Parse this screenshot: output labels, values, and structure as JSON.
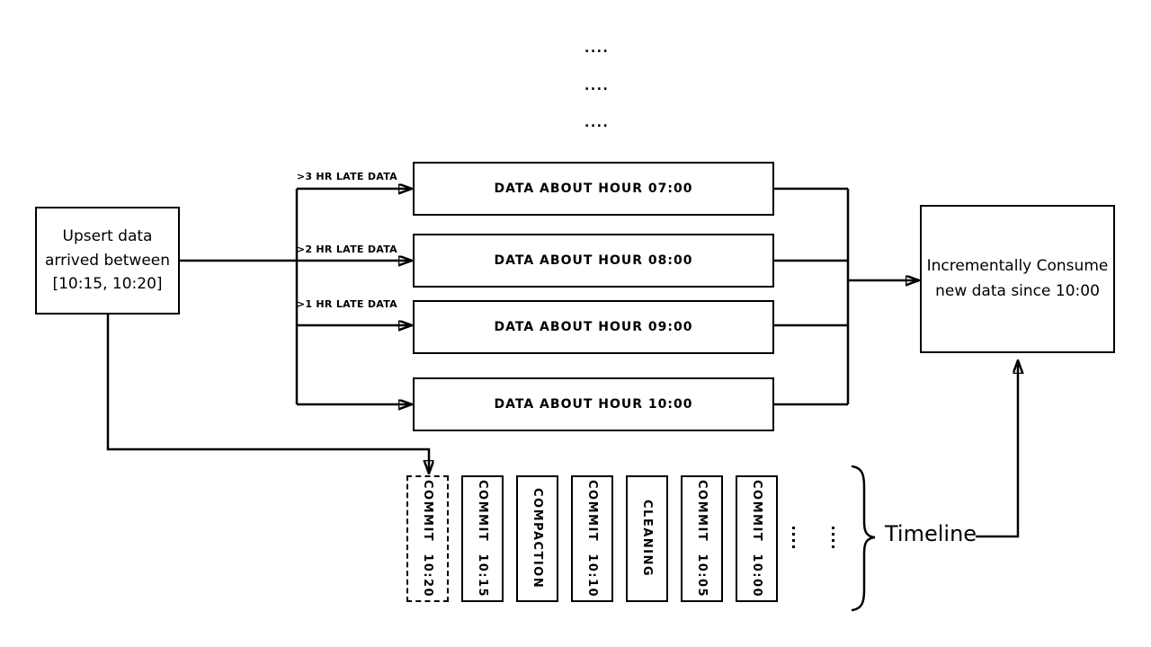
{
  "page": {
    "background": "#ffffff",
    "ink": "#000000"
  },
  "top_ellipsis": {
    "rows": [
      "....",
      "....",
      "...."
    ]
  },
  "upsert_box": {
    "line1": "Upsert data",
    "line2": "arrived between",
    "line3": "[10:15, 10:20]"
  },
  "late_arrows": {
    "label_3hr": ">3 HR LATE DATA",
    "label_2hr": ">2 HR LATE DATA",
    "label_1hr": ">1 HR LATE DATA"
  },
  "hour_boxes": {
    "hour_07": "DATA ABOUT HOUR 07:00",
    "hour_08": "DATA ABOUT HOUR 08:00",
    "hour_09": "DATA ABOUT HOUR 09:00",
    "hour_10": "DATA ABOUT HOUR 10:00"
  },
  "consume_box": {
    "line1": "Incrementally Consume",
    "line2": "new data since 10:00"
  },
  "timeline": {
    "label": "Timeline",
    "commits": [
      {
        "label": "COMMIT 10:20",
        "border": "dashed"
      },
      {
        "label": "COMMIT 10:15",
        "border": "solid"
      },
      {
        "label": "COMPACTION",
        "border": "solid"
      },
      {
        "label": "COMMIT 10:10",
        "border": "solid"
      },
      {
        "label": "CLEANING",
        "border": "solid"
      },
      {
        "label": "COMMIT 10:05",
        "border": "solid"
      },
      {
        "label": "COMMIT 10:00",
        "border": "solid"
      }
    ],
    "ellipsis_icons": [
      "vertical-ellipsis-icon",
      "vertical-ellipsis-icon"
    ]
  }
}
